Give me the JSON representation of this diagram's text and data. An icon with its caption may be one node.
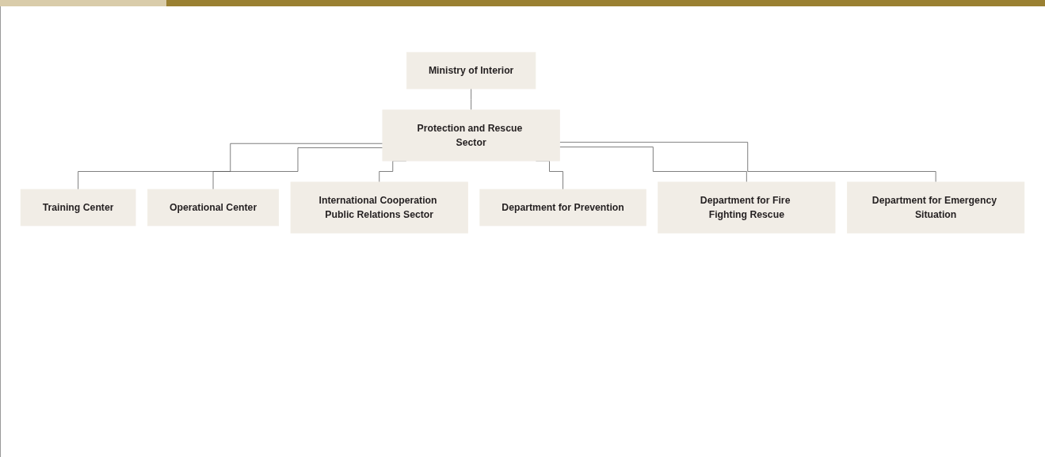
{
  "diagram": {
    "nodes": [
      {
        "text": [
          "Ministry of Interior"
        ]
      },
      {
        "text": [
          "Protection and Rescue Sector"
        ]
      },
      {
        "text": [
          "Training Center"
        ]
      },
      {
        "text": [
          "Operational Center"
        ]
      },
      {
        "text": [
          "International Cooperation Public Relations Sector"
        ]
      },
      {
        "text": [
          "Department for Prevention"
        ]
      },
      {
        "text": [
          "Department for Fire Fighting Rescue"
        ]
      },
      {
        "text": [
          "Department for Emergency Situation"
        ]
      }
    ],
    "edges": [
      {
        "from": 0,
        "to": 1,
        "arrow": "none"
      },
      {
        "from": 1,
        "to": 2,
        "arrow": "none"
      },
      {
        "from": 1,
        "to": 3,
        "arrow": "none"
      },
      {
        "from": 1,
        "to": 4,
        "arrow": "none"
      },
      {
        "from": 1,
        "to": 5,
        "arrow": "none"
      },
      {
        "from": 1,
        "to": 6,
        "arrow": "none"
      },
      {
        "from": 1,
        "to": 7,
        "arrow": "none"
      }
    ]
  }
}
